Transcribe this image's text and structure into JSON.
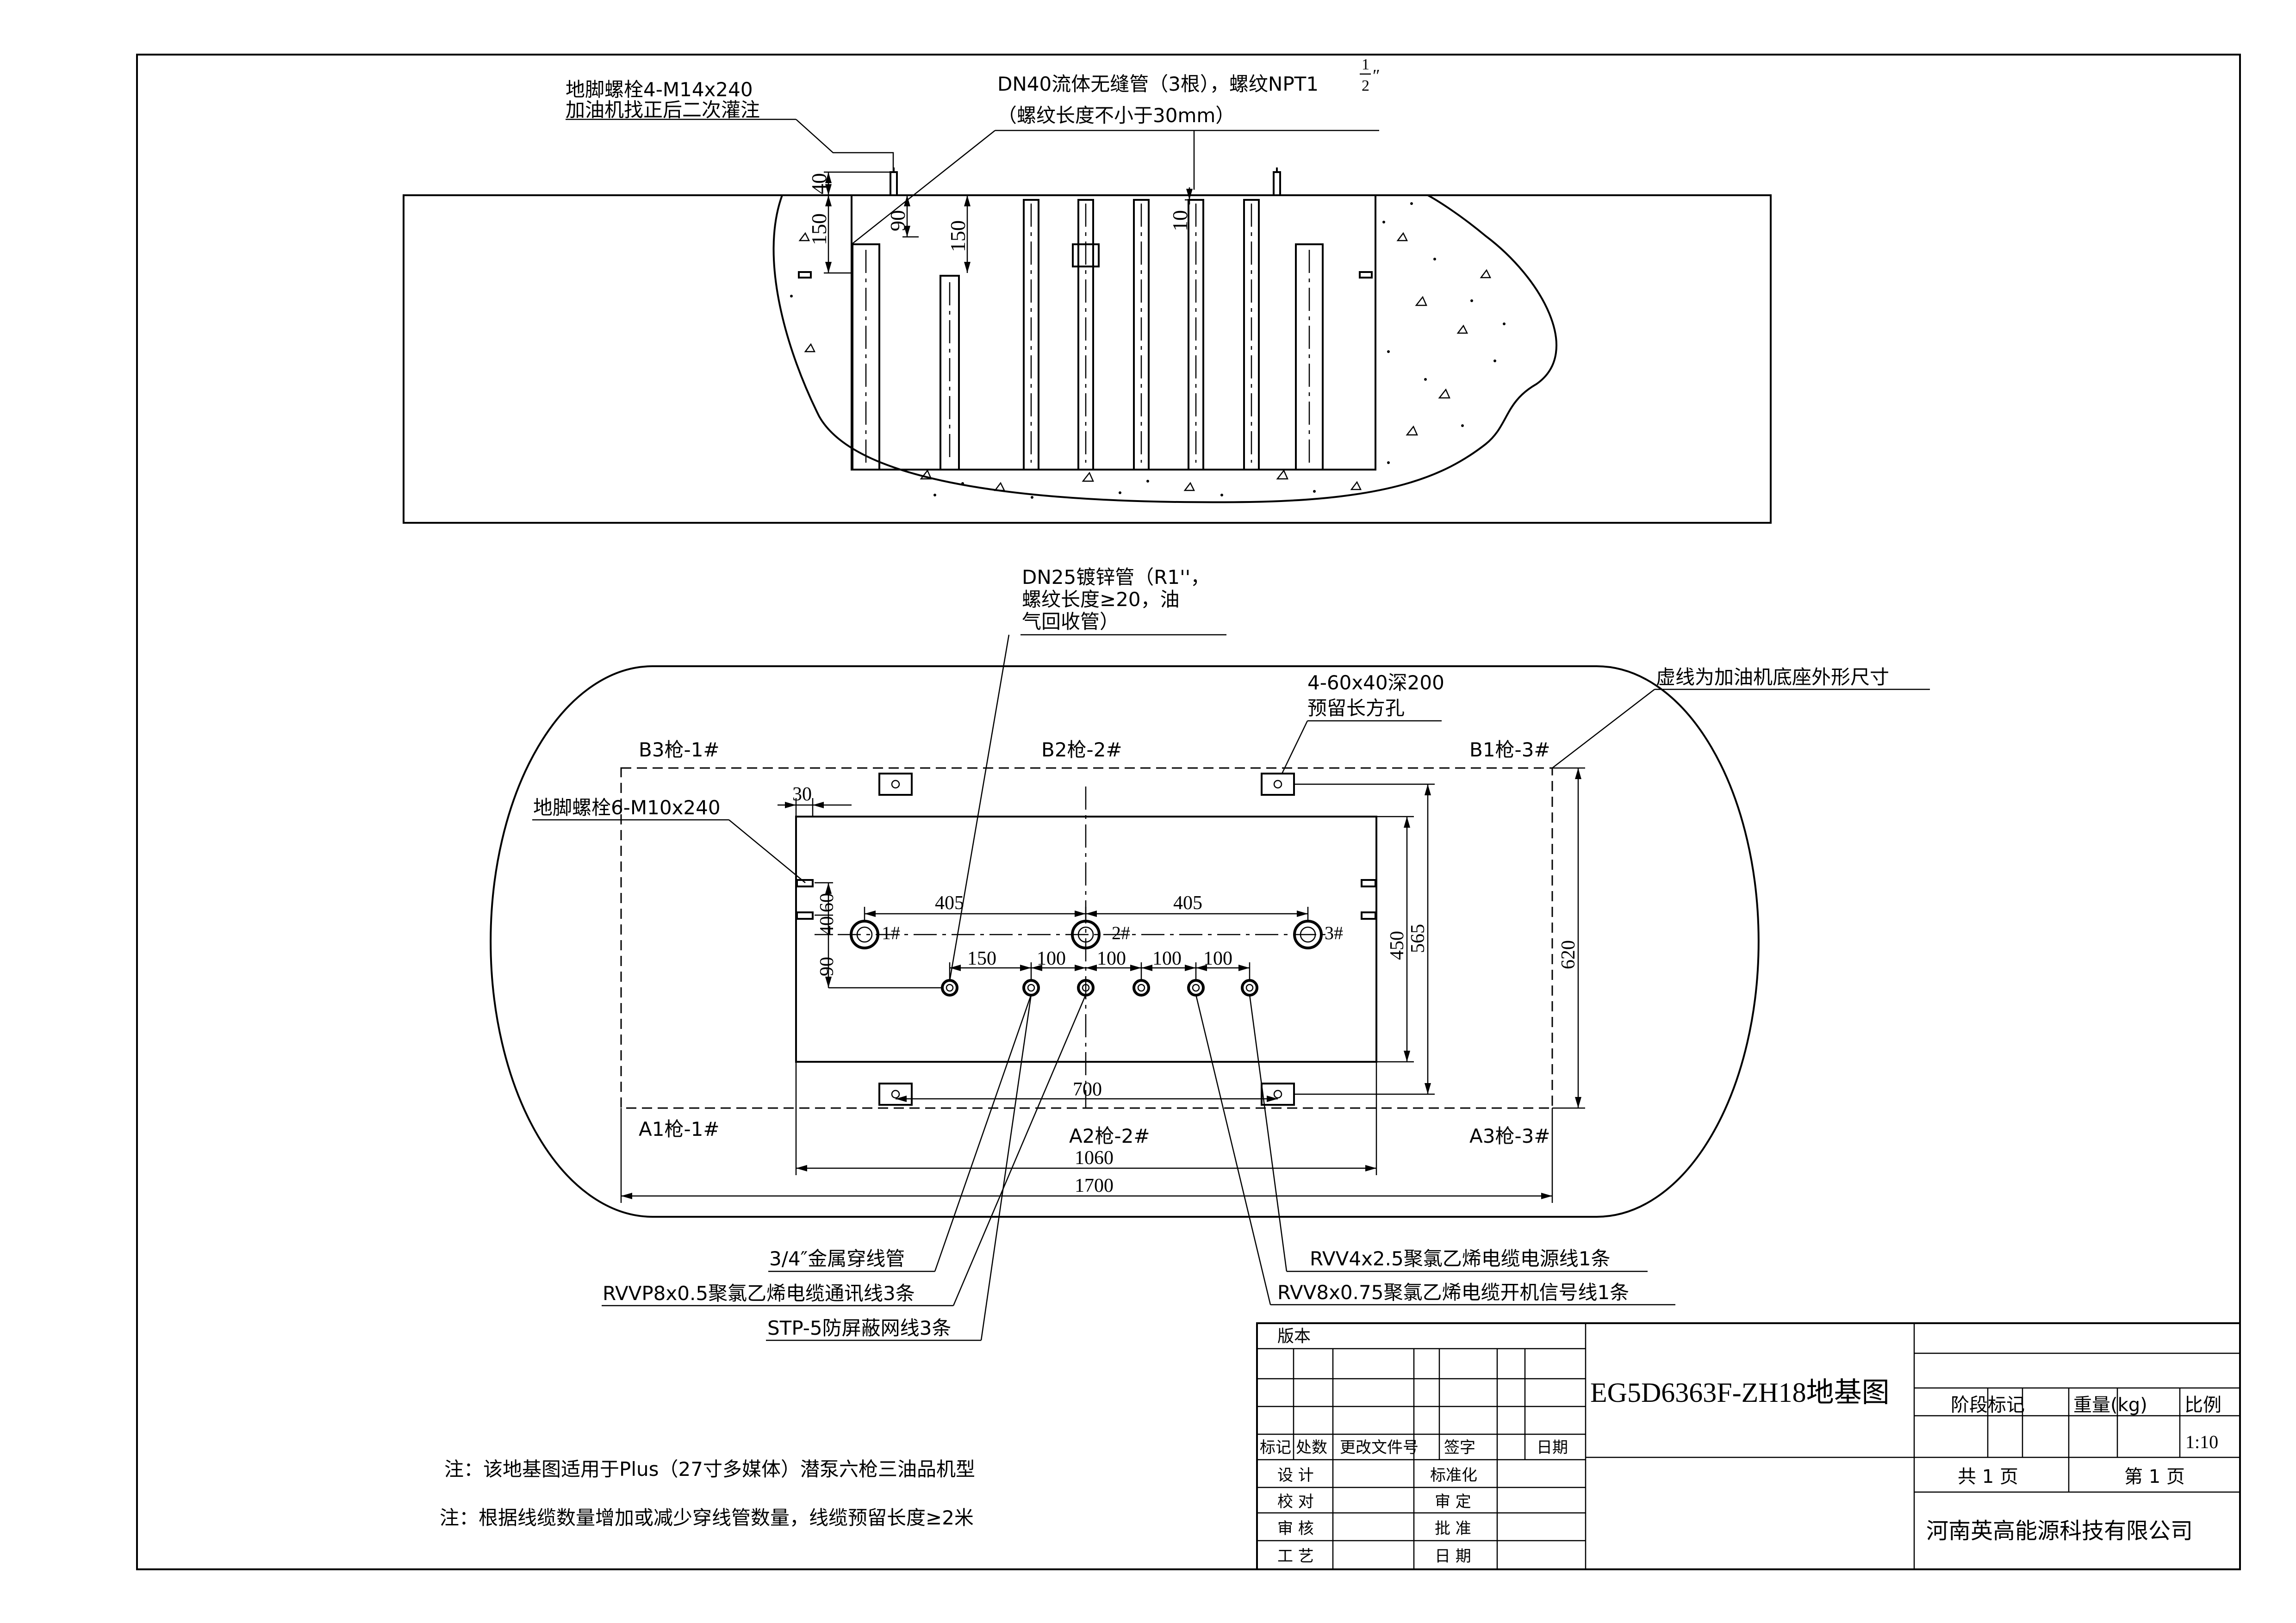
{
  "elevation": {
    "anchor_note_1": "地脚螺栓4-M14x240",
    "anchor_note_2": "加油机找正后二次灌注",
    "pipe_note_1": "DN40流体无缝管（3根），螺纹NPT1",
    "pipe_note_frac_num": "1",
    "pipe_note_frac_den": "2",
    "pipe_note_frac_mark": "″",
    "pipe_note_2": "（螺纹长度不小于30mm）",
    "dim_40": "40",
    "dim_150_left": "150",
    "dim_90": "90",
    "dim_150_mid": "150",
    "dim_10": "10"
  },
  "plan": {
    "vapor_note_1": "DN25镀锌管（R1''，",
    "vapor_note_2": "螺纹长度≥20，油",
    "vapor_note_3": "气回收管）",
    "hole_note_1": "4-60x40深200",
    "hole_note_2": "预留长方孔",
    "dashed_note": "虚线为加油机底座外形尺寸",
    "anchor_note": "地脚螺栓6-M10x240",
    "nozzle_b3": "B3枪-1#",
    "nozzle_b2": "B2枪-2#",
    "nozzle_b1": "B1枪-3#",
    "nozzle_a1": "A1枪-1#",
    "nozzle_a2": "A2枪-2#",
    "nozzle_a3": "A3枪-3#",
    "pipe_1": "1#",
    "pipe_2": "2#",
    "pipe_3": "3#",
    "dim_30": "30",
    "dim_60": "60",
    "dim_40": "40",
    "dim_90": "90",
    "dim_405_left": "405",
    "dim_405_right": "405",
    "dim_150": "150",
    "dim_100_a": "100",
    "dim_100_b": "100",
    "dim_100_c": "100",
    "dim_100_d": "100",
    "dim_450": "450",
    "dim_565": "565",
    "dim_620": "620",
    "dim_700": "700",
    "dim_1060": "1060",
    "dim_1700": "1700"
  },
  "leaders": {
    "conduit": "3/4″金属穿线管",
    "comm_cable": "RVVP8x0.5聚氯乙烯电缆通讯线3条",
    "network": "STP-5防屏蔽网线3条",
    "power_cable": "RVV4x2.5聚氯乙烯电缆电源线1条",
    "signal_cable": "RVV8x0.75聚氯乙烯电缆开机信号线1条"
  },
  "notes": {
    "note_1": "注：该地基图适用于Plus（27寸多媒体）潜泵六枪三油品机型",
    "note_2": "注：根据线缆数量增加或减少穿线管数量，线缆预留长度≥2米"
  },
  "title_block": {
    "version": "版本",
    "col_mark": "标记",
    "col_count": "处数",
    "col_change_doc": "更改文件号",
    "col_sign": "签字",
    "col_date": "日期",
    "design": "设  计",
    "standard": "标准化",
    "check": "校  对",
    "review": "审  定",
    "audit": "审  核",
    "approve": "批  准",
    "process": "工  艺",
    "date": "日  期",
    "drawing_title": "EG5D6363F-ZH18地基图",
    "stage_mark": "阶段标记",
    "weight": "重量(kg)",
    "scale_label": "比例",
    "scale_value": "1:10",
    "total_pages": "共 1 页",
    "page_no": "第 1 页",
    "company": "河南英高能源科技有限公司"
  }
}
